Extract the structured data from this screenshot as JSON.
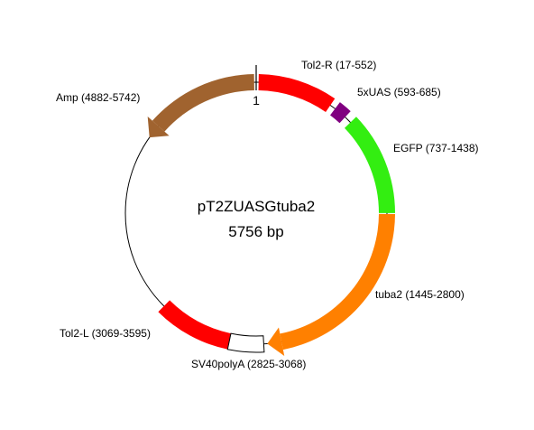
{
  "plasmid": {
    "name": "pT2ZUASGtuba2",
    "size_label": "5756 bp",
    "total_bp": 5756,
    "origin_label": "1"
  },
  "features": [
    {
      "id": "tol2r",
      "label": "Tol2-R (17-552)",
      "start": 17,
      "end": 552,
      "direction": "none",
      "color": "#ff0000"
    },
    {
      "id": "uas",
      "label": "5xUAS (593-685)",
      "start": 593,
      "end": 685,
      "direction": "none",
      "color": "#800080"
    },
    {
      "id": "egfp",
      "label": "EGFP (737-1438)",
      "start": 737,
      "end": 1438,
      "direction": "none",
      "color": "#33ee11"
    },
    {
      "id": "tuba2",
      "label": "tuba2 (1445-2800)",
      "start": 1445,
      "end": 2800,
      "direction": "forward",
      "color": "#ff8000"
    },
    {
      "id": "sv40",
      "label": "SV40polyA (2825-3068)",
      "start": 2825,
      "end": 3068,
      "direction": "none",
      "color": "#ffffff"
    },
    {
      "id": "tol2l",
      "label": "Tol2-L (3069-3595)",
      "start": 3069,
      "end": 3595,
      "direction": "none",
      "color": "#ff0000"
    },
    {
      "id": "amp",
      "label": "Amp (4882-5742)",
      "start": 4882,
      "end": 5742,
      "direction": "reverse",
      "color": "#a0632f"
    }
  ]
}
